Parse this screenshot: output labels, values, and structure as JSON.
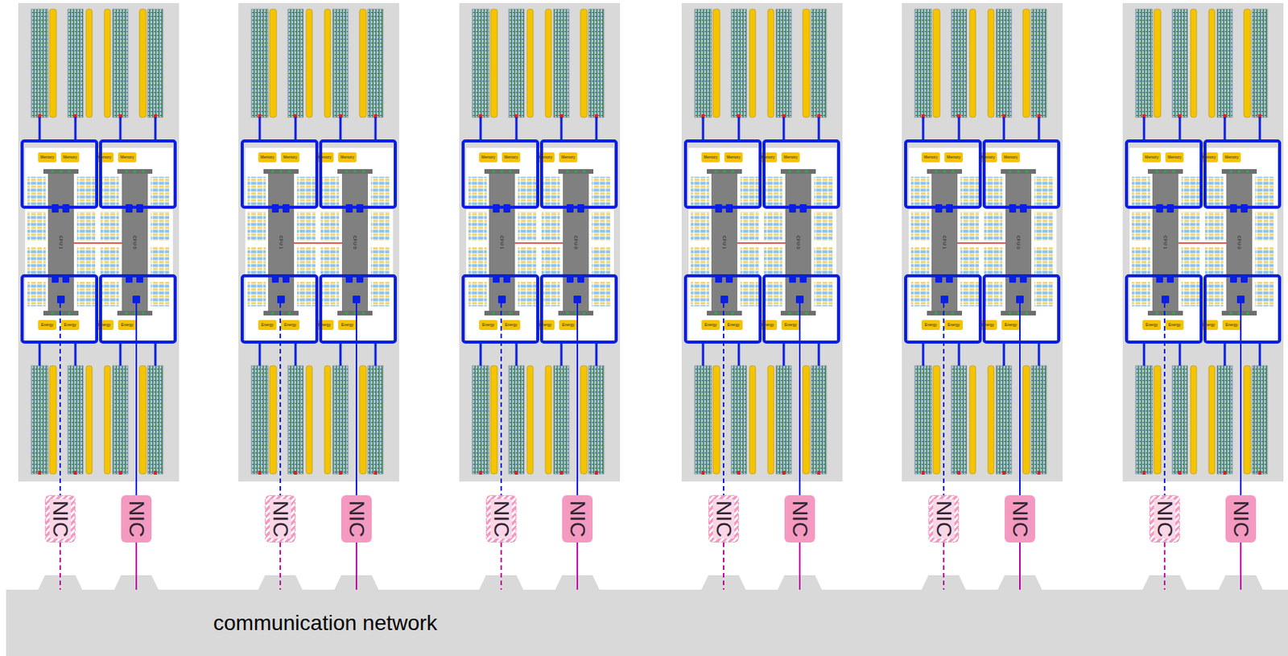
{
  "diagram": {
    "nodes": [
      {
        "text": [
          "NIC"
        ]
      },
      {
        "text": [
          "NIC"
        ]
      },
      {
        "text": [
          "NIC"
        ]
      },
      {
        "text": [
          "NIC"
        ]
      },
      {
        "text": [
          "NIC"
        ]
      },
      {
        "text": [
          "NIC"
        ]
      },
      {
        "text": [
          "NIC"
        ]
      },
      {
        "text": [
          "NIC"
        ]
      },
      {
        "text": [
          "NIC"
        ]
      },
      {
        "text": [
          "NIC"
        ]
      },
      {
        "text": [
          "NIC"
        ]
      },
      {
        "text": [
          "NIC"
        ]
      },
      {
        "text": [
          "communication network"
        ]
      }
    ],
    "edges": [
      {
        "from": 0,
        "to": 12,
        "arrow": "none"
      },
      {
        "from": 1,
        "to": 12,
        "arrow": "none"
      },
      {
        "from": 2,
        "to": 12,
        "arrow": "none"
      },
      {
        "from": 3,
        "to": 12,
        "arrow": "none"
      },
      {
        "from": 4,
        "to": 12,
        "arrow": "none"
      },
      {
        "from": 5,
        "to": 12,
        "arrow": "none"
      },
      {
        "from": 6,
        "to": 12,
        "arrow": "none"
      },
      {
        "from": 7,
        "to": 12,
        "arrow": "none"
      },
      {
        "from": 8,
        "to": 12,
        "arrow": "none"
      },
      {
        "from": 9,
        "to": 12,
        "arrow": "none"
      },
      {
        "from": 10,
        "to": 12,
        "arrow": "none"
      },
      {
        "from": 11,
        "to": 12,
        "arrow": "none"
      }
    ],
    "labels": [
      "Memory",
      "Memory",
      "Memory",
      "Memory",
      "CPU 1",
      "CPU 0",
      "Energy",
      "Energy",
      "Energy",
      "Energy",
      "Memory",
      "Memory",
      "Memory",
      "Memory",
      "CPU 1",
      "CPU 0",
      "Energy",
      "Energy",
      "Energy",
      "Energy",
      "Memory",
      "Memory",
      "Memory",
      "Memory",
      "CPU 1",
      "CPU 0",
      "Energy",
      "Energy",
      "Energy",
      "Energy",
      "Memory",
      "Memory",
      "Memory",
      "Memory",
      "CPU 1",
      "CPU 0",
      "Energy",
      "Energy",
      "Energy",
      "Energy",
      "Memory",
      "Memory",
      "Memory",
      "Memory",
      "CPU 1",
      "CPU 0",
      "Energy",
      "Energy",
      "Energy",
      "Energy",
      "Memory",
      "Memory",
      "Memory",
      "Memory",
      "CPU 1",
      "CPU 0",
      "Energy",
      "Energy",
      "Energy",
      "Energy"
    ]
  }
}
